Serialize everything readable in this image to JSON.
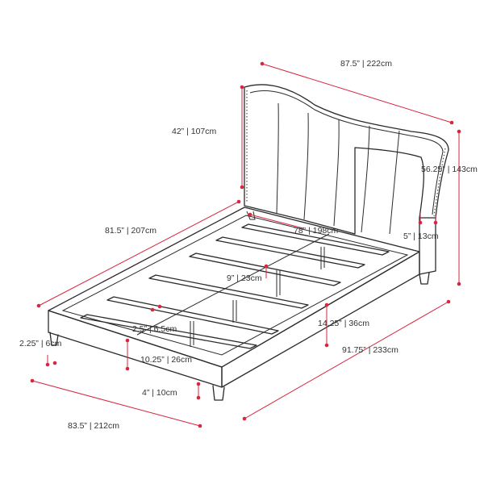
{
  "accent_color": "#d7263d",
  "line_color": "#2b2b2b",
  "dimensions": {
    "headboard_width": "87.5”  |  222cm",
    "headboard_height": "42”  |  107cm",
    "total_height": "56.25”  |  143cm",
    "outer_length": "81.5”  |  207cm",
    "slat_length": "78”  |  198cm",
    "leg_height": "5”  |  13cm",
    "slat_gap": "9”  |  23cm",
    "slat_width": "2.5”  |  6.5cm",
    "rail_height": "14.25”  |  36cm",
    "total_length": "91.75”  |  233cm",
    "frame_height": "2.25”  |  6cm",
    "clearance": "10.25”  |  26cm",
    "foot_leg": "4”  |  10cm",
    "total_width": "83.5”  |  212cm"
  }
}
